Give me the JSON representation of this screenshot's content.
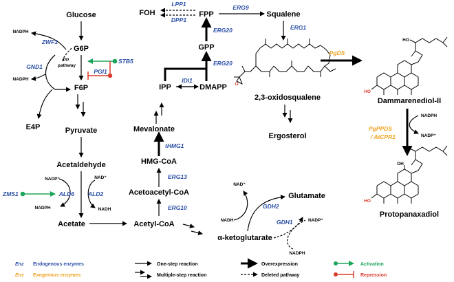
{
  "metabolites": {
    "glucose": "Glucose",
    "g6p": "G6P",
    "f6p": "F6P",
    "e4p": "E4P",
    "pyruvate": "Pyruvate",
    "acetaldehyde": "Acetaldehyde",
    "acetate": "Acetate",
    "acetyl_coa": "Acetyl-CoA",
    "acetoacetyl_coa": "Acetoacetyl-CoA",
    "hmg_coa": "HMG-CoA",
    "mevalonate": "Mevalonate",
    "ipp": "IPP",
    "dmapp": "DMAPP",
    "gpp": "GPP",
    "fpp": "FPP",
    "foh": "FOH",
    "squalene": "Squalene",
    "oxidosqualene": "2,3-oxidosqualene",
    "ergosterol": "Ergosterol",
    "dammarenediol": "Dammarenediol-II",
    "protopanaxadiol": "Protopanaxadiol",
    "glutamate": "Glutamate",
    "ketoglutarate": "α-ketoglutarate"
  },
  "enzymes": {
    "zwf1": "ZWF1",
    "gnd1": "GND1",
    "pgi1": "PGI1",
    "stb5": "STB5",
    "zms1": "ZMS1",
    "ald6": "ALD6",
    "ald2": "ALD2",
    "erg10": "ERG10",
    "erg13": "ERG13",
    "thmg1": "tHMG1",
    "idi1": "IDI1",
    "erg20_a": "ERG20",
    "erg20_b": "ERG20",
    "lpp1": "LPP1",
    "dpp1": "DPP1",
    "erg9": "ERG9",
    "erg1": "ERG1",
    "gdh2": "GDH2",
    "gdh1": "GDH1"
  },
  "exogenous_enzymes": {
    "pgds": "PgDS",
    "pgppds": "PgPPDS",
    "atcpr1": "/ AtCPR1"
  },
  "cofactors": {
    "nadph_zwf": "NADPH",
    "nadph_gnd": "NADPH",
    "pp_pathway_1": "PP",
    "pp_pathway_2": "pathway",
    "nadp_ald": "NADP⁺",
    "nad_ald": "NAD⁺",
    "nadph_ald": "NADPH",
    "nadh_ald": "NADH",
    "nad_gdh2": "NAD⁺",
    "nadh_gdh2": "NADH",
    "nadp_gdh1": "NADP⁺",
    "nadph_gdh1": "NADPH",
    "nadph_ppds": "NADPH",
    "nadp_ppds": "NADP⁺"
  },
  "atoms": {
    "ho_1": "HO",
    "ho_2": "HO",
    "ho_3": "HO",
    "oh_1": "OH",
    "o_1": "O"
  },
  "legend": {
    "enz_label_1": "Enz",
    "endogenous": "Endogenous enzymes",
    "enz_label_2": "Enz",
    "exogenous": "Exogenous enzymes",
    "one_step": "One-step reaction",
    "multi_step": "Multiple-step reaction",
    "overexpression": "Overexpression",
    "deleted": "Deleted pathway",
    "activation": "Activation",
    "repression": "Repression"
  },
  "colors": {
    "endogenous": "#2b4fa8",
    "exogenous": "#f0a21e",
    "activation": "#1aa55a",
    "repression": "#d93a2b"
  }
}
